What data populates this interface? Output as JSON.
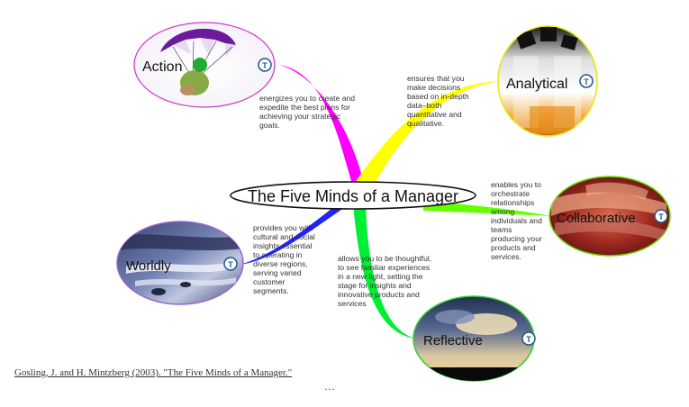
{
  "diagram": {
    "central_topic": "The Five Minds of a Manager",
    "topic_icon_glyph": "T",
    "nodes": [
      {
        "id": "action",
        "label": "Action",
        "branch_color": "#ff00ff",
        "border_color": "#cc33cc",
        "image": "parachute-image",
        "description": [
          "energizes you to create and",
          "expedite the best plans for",
          "achieving your strategic",
          "goals."
        ]
      },
      {
        "id": "analytical",
        "label": "Analytical",
        "branch_color": "#ffff00",
        "border_color": "#e8e800",
        "image": "lab-beakers-image",
        "description": [
          "ensures that you",
          "make decisions",
          "based on in-depth",
          "data–both",
          "quantitative and",
          "qualitative."
        ]
      },
      {
        "id": "collaborative",
        "label": "Collaborative",
        "branch_color": "#66ff00",
        "border_color": "#66dd00",
        "image": "joined-hands-image",
        "description": [
          "enables you to",
          "orchestrate",
          "relationships",
          "among",
          "individuals and",
          "teams",
          "producing your",
          "products and",
          "services."
        ]
      },
      {
        "id": "reflective",
        "label": "Reflective",
        "branch_color": "#00ee33",
        "border_color": "#33cc33",
        "image": "sunset-sky-image",
        "description": [
          "allows you to be thoughtful,",
          "to see familiar experiences",
          "in a new light, setting the",
          "stage for insights and",
          "innovative products and",
          "services"
        ]
      },
      {
        "id": "worldly",
        "label": "Worldly",
        "branch_color": "#2222ff",
        "border_color": "#9966cc",
        "image": "coastline-image",
        "description": [
          "provides you with",
          "cultural and social",
          "insights essential",
          "to operating in",
          "diverse regions,",
          "serving varied",
          "customer",
          "segments."
        ]
      }
    ]
  },
  "citation": "Gosling, J. and H. Mintzberg (2003). \"The Five Minds of a Manager.\"",
  "ellipsis": "…"
}
